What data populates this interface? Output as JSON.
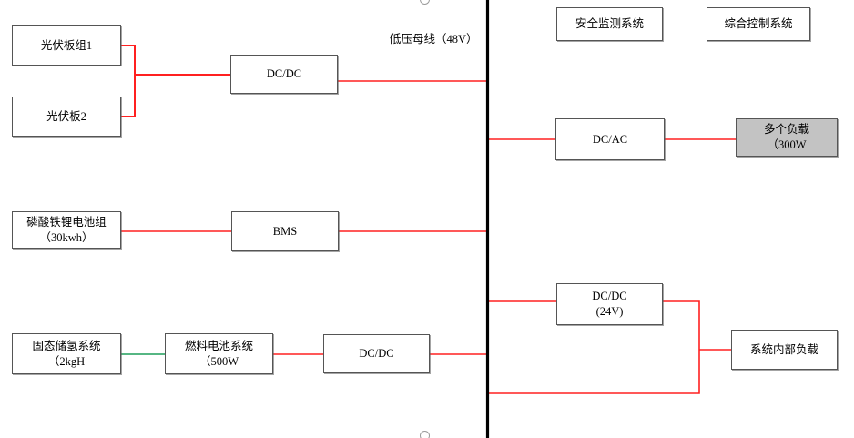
{
  "diagram": {
    "title_label": "低压母线（48V）",
    "bus": {
      "name": "低压母线",
      "voltage": "48V"
    },
    "colors": {
      "power_line": "#ff2020",
      "hydrogen_line": "#1f9e5a",
      "bus_bar": "#000000",
      "node_border": "#555555",
      "node_fill": "#ffffff",
      "highlight_fill": "#c3c3c3"
    },
    "nodes": [
      {
        "id": "pv1",
        "line1": "光伏板组1",
        "line2": ""
      },
      {
        "id": "pv2",
        "line1": "光伏板2",
        "line2": ""
      },
      {
        "id": "pv_dcdc",
        "line1": "DC/DC",
        "line2": ""
      },
      {
        "id": "safety",
        "line1": "安全监测系统",
        "line2": ""
      },
      {
        "id": "control",
        "line1": "综合控制系统",
        "line2": ""
      },
      {
        "id": "dcac",
        "line1": "DC/AC",
        "line2": ""
      },
      {
        "id": "loads",
        "line1": "多个负载",
        "line2": "（300W"
      },
      {
        "id": "battery",
        "line1": "磷酸铁锂电池组",
        "line2": "（30kwh）"
      },
      {
        "id": "bms",
        "line1": "BMS",
        "line2": ""
      },
      {
        "id": "dcdc24",
        "line1": "DC/DC",
        "line2": "(24V)"
      },
      {
        "id": "h2storage",
        "line1": "固态储氢系统",
        "line2": "（2kgH"
      },
      {
        "id": "fuelcell",
        "line1": "燃料电池系统",
        "line2": "（500W"
      },
      {
        "id": "fc_dcdc",
        "line1": "DC/DC",
        "line2": ""
      },
      {
        "id": "intload",
        "line1": "系统内部负载",
        "line2": ""
      }
    ]
  }
}
